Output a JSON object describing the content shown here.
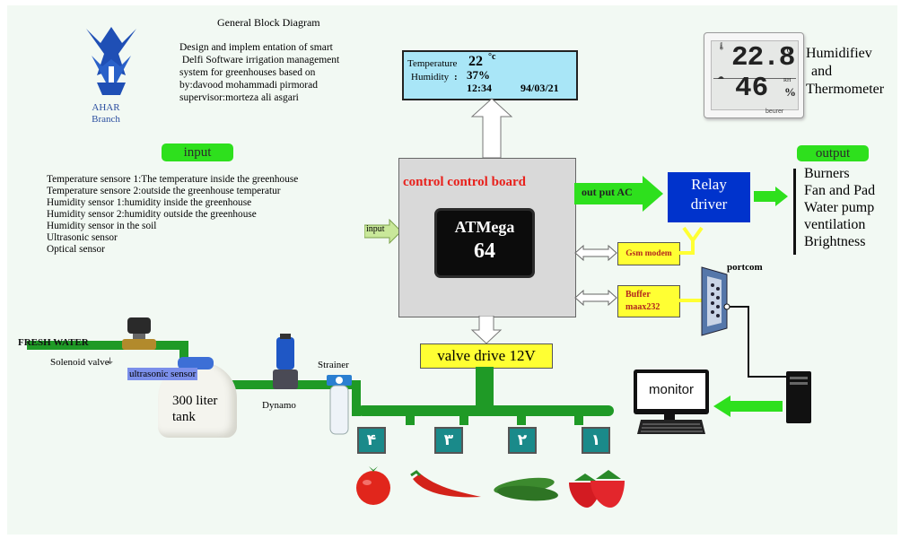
{
  "header": {
    "title": "General Block Diagram",
    "description": [
      "Design and implem entation of smart",
      " Delfi Software irrigation management",
      "system for greenhouses based on",
      "by:davood mohammadi pirmorad",
      "supervisor:morteza ali asgari"
    ]
  },
  "logo": {
    "line1": "AHAR",
    "line2": "Branch"
  },
  "lcd": {
    "temp_label": "Temperature",
    "temp_value": "22",
    "temp_unit": "°c",
    "hum_label": "Humidity",
    "hum_value": "37%",
    "time": "12:34",
    "date": "94/03/21"
  },
  "thermometer_device": {
    "temp_reading": "22.8",
    "hum_reading": "46",
    "temp_unit": "°C",
    "hum_unit": "%",
    "rh": "RH",
    "brand": "beurer"
  },
  "thermometer_label": [
    "Humidifiev",
    "and",
    "Thermometer"
  ],
  "input": {
    "pill": "input",
    "sensors": [
      "Temperature sensore 1:The temperature inside the greenhouse",
      "Temperature sensore 2:outside the greenhouse temperatur",
      "Humidity sensor 1:humidity inside the greenhouse",
      "Humidity sensor 2:humidity outside the greenhouse",
      "Humidity sensor in the soil",
      "Ultrasonic sensor",
      "Optical sensor"
    ],
    "arrow_label": "input"
  },
  "board": {
    "title": "control control board",
    "chip_line1": "ATMega",
    "chip_line2": "64"
  },
  "output_ac_label": "out put AC",
  "relay": {
    "line1": "Relay",
    "line2": "driver"
  },
  "output": {
    "pill": "output",
    "items": [
      "Burners",
      "Fan and Pad",
      "Water pump",
      "ventilation",
      "Brightness"
    ]
  },
  "gsm_label": "Gsm modem",
  "buffer": {
    "line1": "Buffer",
    "line2": "maax232"
  },
  "portcom_label": "portcom",
  "monitor_label": "monitor",
  "valve_drive_label": "valve drive 12V",
  "irrigation": {
    "fresh_water": "FRESH WATER",
    "solenoid": "Solenoid valve",
    "ultrasonic": "ultrasonic sensor",
    "tank_line1": "300 liter",
    "tank_line2": "tank",
    "dynamo": "Dynamo",
    "strainer": "Strainer"
  },
  "zones": [
    "۴",
    "۳",
    "۲",
    "۱"
  ],
  "colors": {
    "green": "#2ee01d",
    "pipe": "#1f9a26",
    "yellow": "#ffff33",
    "lcd": "#a9e6f7",
    "relay": "#0033cc",
    "board_title": "#e8211c"
  }
}
